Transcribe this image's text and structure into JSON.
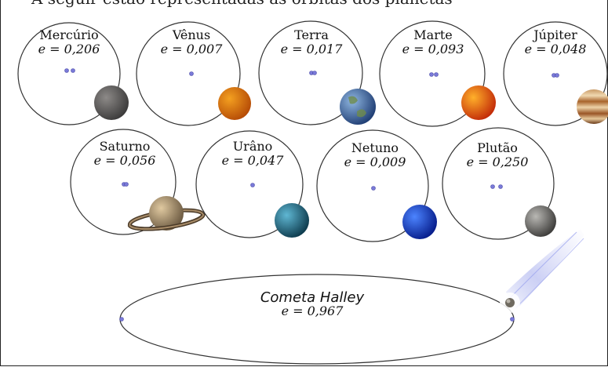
{
  "header_fragment": "A seguir estão representadas as órbitas dos planetas",
  "bodies": [
    {
      "name": "Mercúrio",
      "eccentricity": "e = 0,206",
      "icon": "mercury-icon",
      "colors": [
        "#8d8a88",
        "#3b3a3a"
      ]
    },
    {
      "name": "Vênus",
      "eccentricity": "e = 0,007",
      "icon": "venus-icon",
      "colors": [
        "#f4a020",
        "#b54b06"
      ]
    },
    {
      "name": "Terra",
      "eccentricity": "e = 0,017",
      "icon": "earth-icon",
      "colors": [
        "#8fb6e0",
        "#1f3d73"
      ]
    },
    {
      "name": "Marte",
      "eccentricity": "e = 0,093",
      "icon": "mars-icon",
      "colors": [
        "#ffb02a",
        "#c22a08"
      ]
    },
    {
      "name": "Júpiter",
      "eccentricity": "e = 0,048",
      "icon": "jupiter-icon",
      "colors": [
        "#e6c79a",
        "#8a4a20"
      ]
    },
    {
      "name": "Saturno",
      "eccentricity": "e = 0,056",
      "icon": "saturn-icon",
      "colors": [
        "#e0c9a0",
        "#6a5840"
      ]
    },
    {
      "name": "Urâno",
      "eccentricity": "e = 0,047",
      "icon": "uranus-icon",
      "colors": [
        "#5fb7d3",
        "#0d3a4c"
      ]
    },
    {
      "name": "Netuno",
      "eccentricity": "e = 0,009",
      "icon": "neptune-icon",
      "colors": [
        "#4c84ff",
        "#061c8a"
      ]
    },
    {
      "name": "Plutão",
      "eccentricity": "e = 0,250",
      "icon": "pluto-icon",
      "colors": [
        "#b9b8b4",
        "#3c3b39"
      ]
    }
  ],
  "comet": {
    "name": "Cometa Halley",
    "eccentricity": "e = 0,967",
    "icon": "comet-icon"
  },
  "colors": {
    "orbit": "#333333",
    "focus": "#7a7ad8",
    "focus_stroke": "#4a4aa8"
  }
}
